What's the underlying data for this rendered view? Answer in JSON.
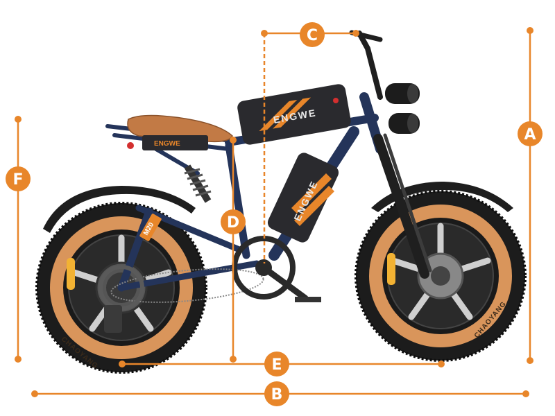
{
  "colors": {
    "accent": "#E8862A",
    "frame": "#24345A",
    "tire_wall": "#D9955B",
    "tire_tread": "#1C1C1C",
    "battery": "#2A2A2E",
    "seat": "#C27A45"
  },
  "brand": {
    "battery_logo": "ENGWE",
    "rear_logo": "ENGWE",
    "model_badge": "M20",
    "tire_brand": "CHAOYANG"
  },
  "dimensions": [
    {
      "label": "A"
    },
    {
      "label": "B"
    },
    {
      "label": "C"
    },
    {
      "label": "D"
    },
    {
      "label": "E"
    },
    {
      "label": "F"
    }
  ]
}
